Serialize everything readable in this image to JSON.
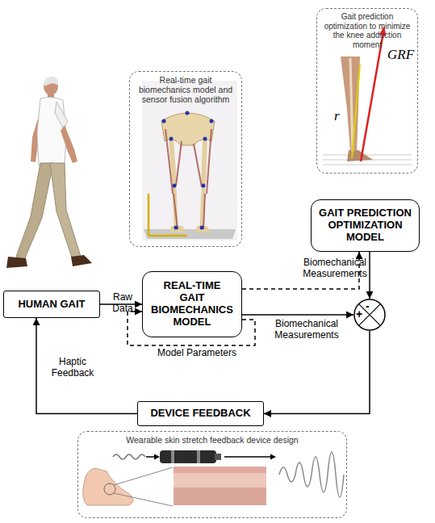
{
  "diagram": {
    "nodes": [
      {
        "text": [
          "Gait prediction optimization to minimize the knee adduction moment"
        ]
      },
      {
        "text": [
          "Real-time gait biomechanics model and sensor fusion algorithm"
        ]
      },
      {
        "text": [
          "GAIT PREDICTION OPTIMIZATION MODEL"
        ]
      },
      {
        "text": [
          "HUMAN GAIT"
        ]
      },
      {
        "text": [
          "REAL-TIME GAIT BIOMECHANICS MODEL"
        ]
      },
      {
        "text": [
          "-",
          "+"
        ]
      },
      {
        "text": [
          "DEVICE FEEDBACK"
        ]
      },
      {
        "text": [
          "Wearable skin stretch feedback device design"
        ]
      }
    ],
    "edges": [
      {
        "from": 3,
        "to": 4,
        "label": "Raw Data",
        "arrow": "to"
      },
      {
        "from": 4,
        "to": 2,
        "arrow": "to"
      },
      {
        "from": 4,
        "to": 5,
        "label": "Biomechanical Measurements",
        "arrow": "to"
      },
      {
        "from": 2,
        "to": 5,
        "label": "Biomechanical Measurements",
        "arrow": "to"
      },
      {
        "from": 4,
        "to": 4,
        "label": "Model Parameters",
        "arrow": "to"
      },
      {
        "from": 5,
        "to": 6,
        "arrow": "to"
      },
      {
        "from": 6,
        "to": 3,
        "label": "Haptic Feedback",
        "arrow": "to"
      }
    ],
    "labels": [
      "GRF",
      "r"
    ]
  }
}
